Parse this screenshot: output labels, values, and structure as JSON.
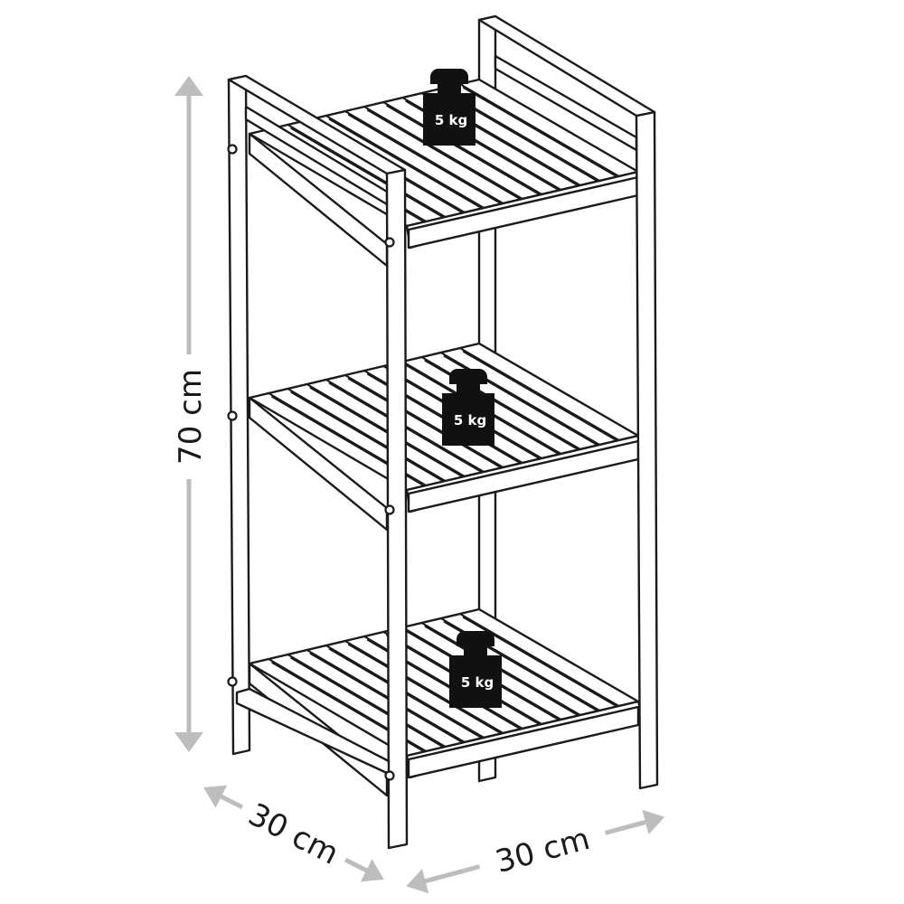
{
  "dimensions": {
    "height": "70 cm",
    "depth": "30 cm",
    "width": "30 cm"
  },
  "weights": [
    {
      "label": "5 kg"
    },
    {
      "label": "5 kg"
    },
    {
      "label": "5 kg"
    }
  ],
  "colors": {
    "outline": "#1a1a1a",
    "dimension": "#bdbdbd",
    "weight": "#111111"
  }
}
